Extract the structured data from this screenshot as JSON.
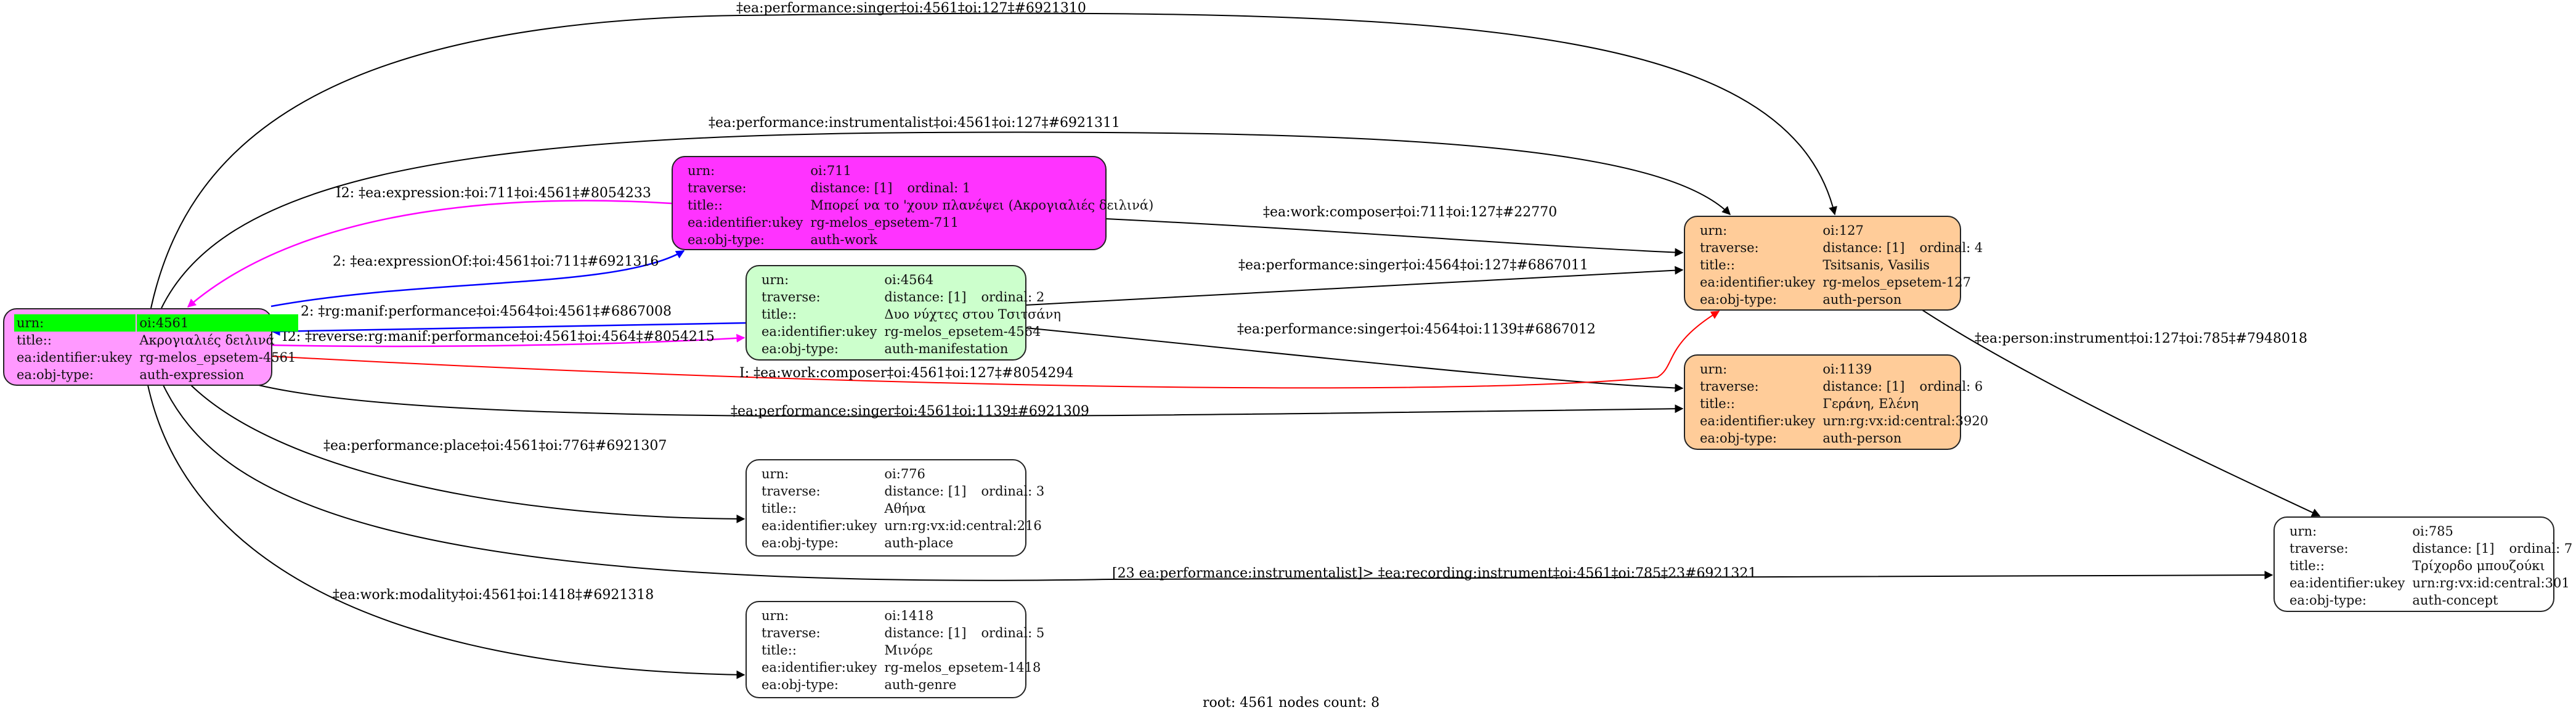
{
  "graph": {
    "root_urn": "oi:4561",
    "footer": "root: 4561 nodes count: 8",
    "colors": {
      "expression": "#ff99ff",
      "work": "#ff33ff",
      "manifestation": "#ccffcc",
      "person": "#ffcc99",
      "default": "#ffffff",
      "root_highlight": "#00ff00",
      "edge_default": "#000000",
      "edge_blue": "#0000ff",
      "edge_magenta": "#ff00ff",
      "edge_red": "#ff0000"
    },
    "labels": {
      "urn": "urn:",
      "traverse": "traverse:",
      "title": "title::",
      "ukey": "ea:identifier:ukey",
      "objtype": "ea:obj-type:"
    },
    "nodes": {
      "n4561": {
        "urn": "oi:4561",
        "title": "Ακρογιαλιές δειλινά",
        "ukey": "rg-melos_epsetem-4561",
        "objtype": "auth-expression"
      },
      "n711": {
        "urn": "oi:711",
        "distance": "distance: [1]",
        "ordinal": "ordinal: 1",
        "title": "Μπορεί να το 'χουν πλανέψει (Ακρογιαλιές δειλινά)",
        "ukey": "rg-melos_epsetem-711",
        "objtype": "auth-work"
      },
      "n4564": {
        "urn": "oi:4564",
        "distance": "distance: [1]",
        "ordinal": "ordinal: 2",
        "title": "Δυο νύχτες στου Τσιτσάνη",
        "ukey": "rg-melos_epsetem-4564",
        "objtype": "auth-manifestation"
      },
      "n776": {
        "urn": "oi:776",
        "distance": "distance: [1]",
        "ordinal": "ordinal: 3",
        "title": "Αθήνα",
        "ukey": "urn:rg:vx:id:central:216",
        "objtype": "auth-place"
      },
      "n127": {
        "urn": "oi:127",
        "distance": "distance: [1]",
        "ordinal": "ordinal: 4",
        "title": "Tsitsanis, Vasilis",
        "ukey": "rg-melos_epsetem-127",
        "objtype": "auth-person"
      },
      "n1418": {
        "urn": "oi:1418",
        "distance": "distance: [1]",
        "ordinal": "ordinal: 5",
        "title": "Μινόρε",
        "ukey": "rg-melos_epsetem-1418",
        "objtype": "auth-genre"
      },
      "n1139": {
        "urn": "oi:1139",
        "distance": "distance: [1]",
        "ordinal": "ordinal: 6",
        "title": "Γεράνη, Ελένη",
        "ukey": "urn:rg:vx:id:central:3920",
        "objtype": "auth-person"
      },
      "n785": {
        "urn": "oi:785",
        "distance": "distance: [1]",
        "ordinal": "ordinal: 7",
        "title": "Τρίχορδο μπουζούκι",
        "ukey": "urn:rg:vx:id:central:301",
        "objtype": "auth-concept"
      }
    },
    "edges": [
      {
        "id": "e1",
        "from": "oi:4561",
        "to": "oi:127",
        "color": "edge_default",
        "label": "‡ea:performance:singer‡oi:4561‡oi:127‡#6921310"
      },
      {
        "id": "e2",
        "from": "oi:4561",
        "to": "oi:127",
        "color": "edge_default",
        "label": "‡ea:performance:instrumentalist‡oi:4561‡oi:127‡#6921311"
      },
      {
        "id": "e3",
        "from": "oi:711",
        "to": "oi:4561",
        "color": "edge_magenta",
        "label": "I2: ‡ea:expression:‡oi:711‡oi:4561‡#8054233"
      },
      {
        "id": "e4",
        "from": "oi:4561",
        "to": "oi:711",
        "color": "edge_blue",
        "label": "2: ‡ea:expressionOf:‡oi:4561‡oi:711‡#6921316"
      },
      {
        "id": "e5",
        "from": "oi:4564",
        "to": "oi:4561",
        "color": "edge_blue",
        "label": "2: ‡rg:manif:performance‡oi:4564‡oi:4561‡#6867008"
      },
      {
        "id": "e6",
        "from": "oi:4561",
        "to": "oi:4564",
        "color": "edge_magenta",
        "label": "I2: ‡reverse:rg:manif:performance‡oi:4561‡oi:4564‡#8054215"
      },
      {
        "id": "e7",
        "from": "oi:711",
        "to": "oi:127",
        "color": "edge_default",
        "label": "‡ea:work:composer‡oi:711‡oi:127‡#22770"
      },
      {
        "id": "e8",
        "from": "oi:4564",
        "to": "oi:127",
        "color": "edge_default",
        "label": "‡ea:performance:singer‡oi:4564‡oi:127‡#6867011"
      },
      {
        "id": "e9",
        "from": "oi:4564",
        "to": "oi:1139",
        "color": "edge_default",
        "label": "‡ea:performance:singer‡oi:4564‡oi:1139‡#6867012"
      },
      {
        "id": "e10",
        "from": "oi:4561",
        "to": "oi:127",
        "color": "edge_red",
        "label": "I: ‡ea:work:composer‡oi:4561‡oi:127‡#8054294"
      },
      {
        "id": "e11",
        "from": "oi:4561",
        "to": "oi:1139",
        "color": "edge_default",
        "label": "‡ea:performance:singer‡oi:4561‡oi:1139‡#6921309"
      },
      {
        "id": "e12",
        "from": "oi:4561",
        "to": "oi:776",
        "color": "edge_default",
        "label": "‡ea:performance:place‡oi:4561‡oi:776‡#6921307"
      },
      {
        "id": "e13",
        "from": "oi:4561",
        "to": "oi:785",
        "color": "edge_default",
        "label": "[23 ea:performance:instrumentalist]> ‡ea:recording:instrument‡oi:4561‡oi:785‡23#6921321"
      },
      {
        "id": "e14",
        "from": "oi:4561",
        "to": "oi:1418",
        "color": "edge_default",
        "label": "‡ea:work:modality‡oi:4561‡oi:1418‡#6921318"
      },
      {
        "id": "e15",
        "from": "oi:127",
        "to": "oi:785",
        "color": "edge_default",
        "label": "‡ea:person:instrument‡oi:127‡oi:785‡#7948018"
      }
    ]
  }
}
